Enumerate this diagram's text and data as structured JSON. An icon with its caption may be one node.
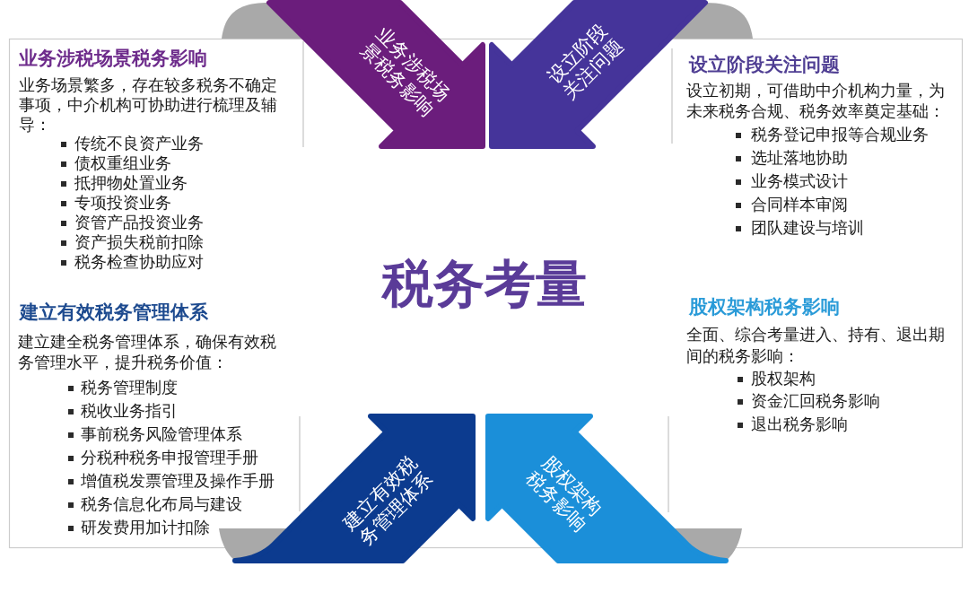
{
  "diagram": {
    "title": "税务考量",
    "nodes": [
      {
        "text": [
          "业务涉税场景税务影响",
          "业务场景繁多，存在较多税务不确定事项，中介机构可协助进行梳理及辅导：",
          "传统不良资产业务",
          "债权重组业务",
          "抵押物处置业务",
          "专项投资业务",
          "资管产品投资业务",
          "资产损失税前扣除",
          "税务检查协助应对"
        ]
      },
      {
        "text": [
          "业务涉税场景税务影响"
        ]
      },
      {
        "text": [
          "设立阶段关注问题"
        ]
      },
      {
        "text": [
          "设立阶段关注问题",
          "设立初期，可借助中介机构力量，为未来税务合规、税务效率奠定基础：",
          "税务登记申报等合规业务",
          "选址落地协助",
          "业务模式设计",
          "合同样本审阅",
          "团队建设与培训"
        ]
      },
      {
        "text": [
          "建立有效税务管理体系",
          "建立建全税务管理体系，确保有效税务管理水平，提升税务价值：",
          "税务管理制度",
          "税收业务指引",
          "事前税务风险管理体系",
          "分税种税务申报管理手册",
          "增值税发票管理及操作手册",
          "税务信息化布局与建设",
          "研发费用加计扣除"
        ]
      },
      {
        "text": [
          "股权架构税务影响",
          "全面、综合考量进入、持有、退出期间的税务影响：",
          "股权架构",
          "资金汇回税务影响",
          "退出税务影响"
        ]
      },
      {
        "text": [
          "建立有效税务管理体系"
        ]
      },
      {
        "text": [
          "股权架构税务影响"
        ]
      }
    ]
  }
}
